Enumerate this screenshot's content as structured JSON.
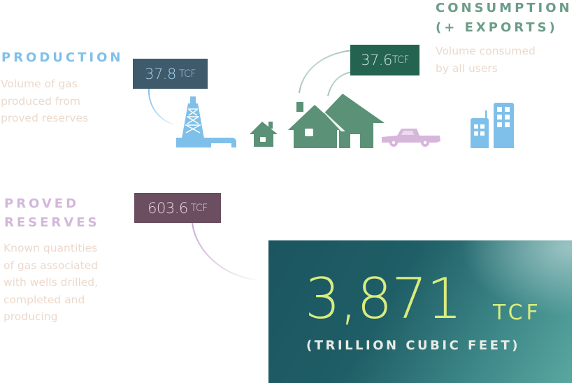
{
  "production": {
    "heading": "PRODUCTION",
    "description_lines": [
      "Volume of gas",
      "produced from",
      "proved reserves"
    ],
    "value": "37.8",
    "unit": "TCF",
    "color": "#7fc0ea",
    "box_color": "#3f5a6a",
    "icon": "oil-derrick-icon"
  },
  "consumption": {
    "heading_lines": [
      "CONSUMPTION",
      "(+ EXPORTS)"
    ],
    "description_lines": [
      "Volume consumed",
      "by all users"
    ],
    "value": "37.6",
    "unit": "TCF",
    "color": "#6b9c88",
    "box_color": "#24634f",
    "icons": [
      "small-house-icon",
      "houses-icon",
      "pickup-truck-icon",
      "buildings-icon"
    ]
  },
  "proved_reserves": {
    "heading_lines": [
      "PROVED",
      "RESERVES"
    ],
    "description_lines": [
      "Known quantities",
      "of gas associated",
      "with wells drilled,",
      "completed and",
      "producing"
    ],
    "value": "603.6",
    "unit": "TCF",
    "color": "#d3b7da",
    "box_color": "#6b4e60"
  },
  "total": {
    "value": "3,871",
    "unit": "TCF",
    "caption": "(TRILLION CUBIC FEET)",
    "value_color": "#d9ec7e"
  }
}
